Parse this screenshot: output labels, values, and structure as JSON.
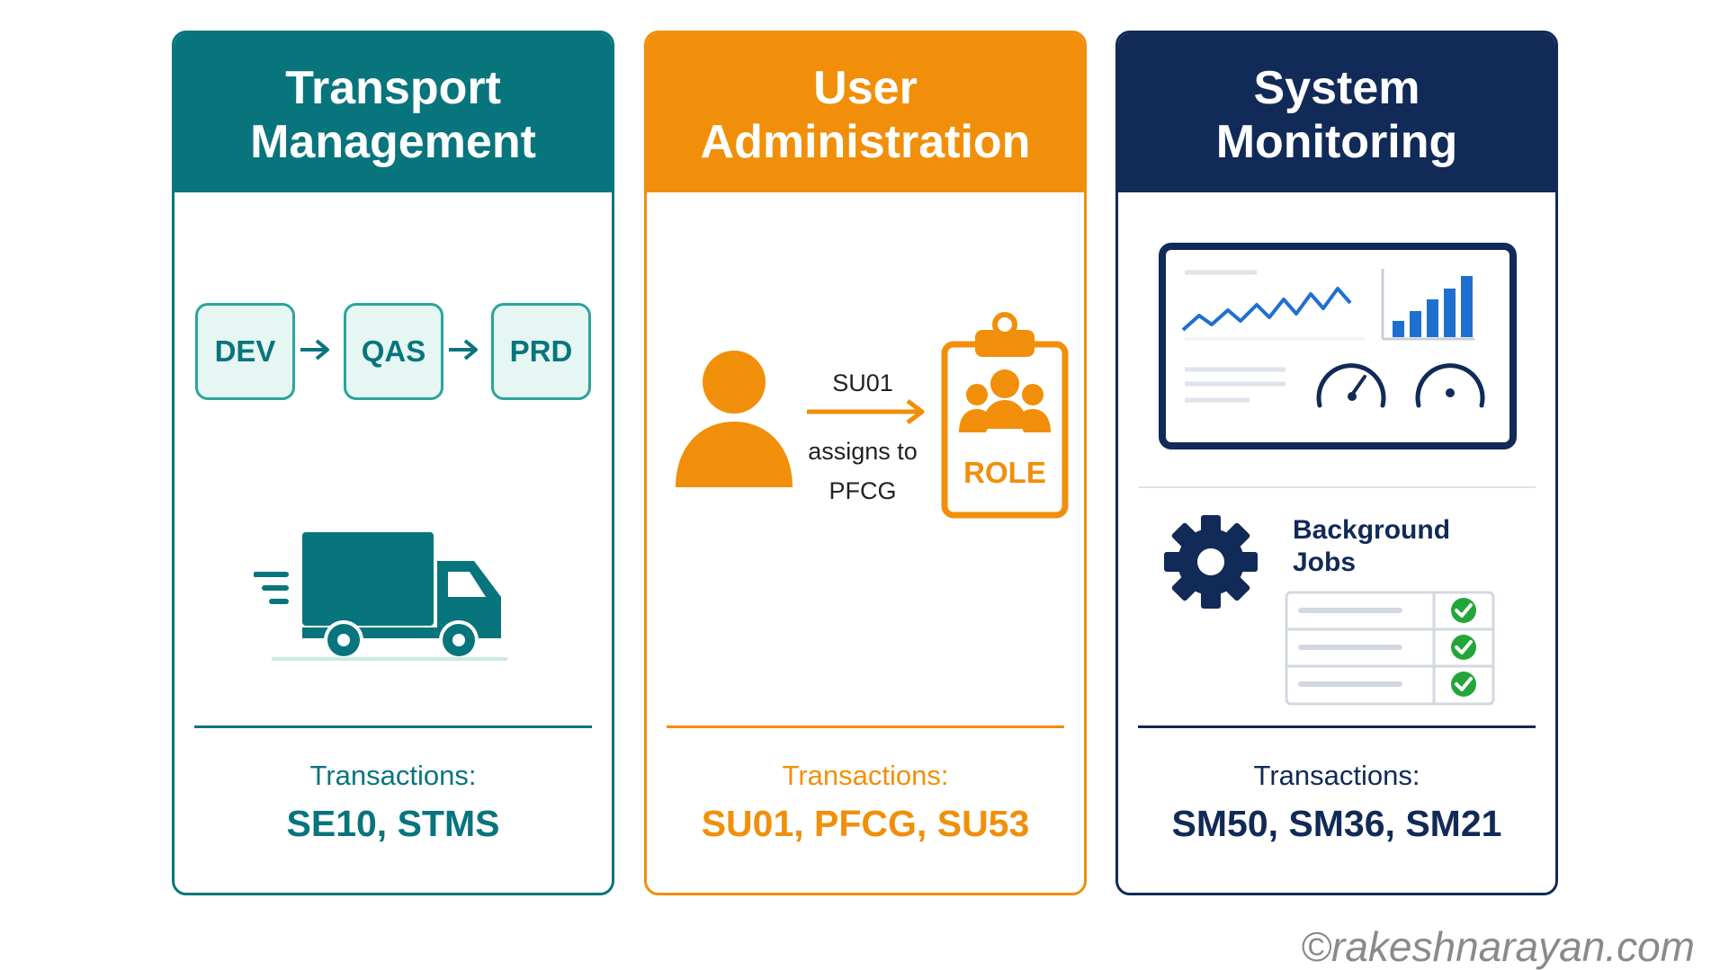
{
  "panels": [
    {
      "title_line1": "Transport",
      "title_line2": "Management",
      "stages": [
        "DEV",
        "QAS",
        "PRD"
      ],
      "transactions_label": "Transactions:",
      "transactions_codes": "SE10, STMS",
      "color": "#08757d"
    },
    {
      "title_line1": "User",
      "title_line2": "Administration",
      "su01": "SU01",
      "assigns_to": "assigns to",
      "pfcg": "PFCG",
      "role": "ROLE",
      "transactions_label": "Transactions:",
      "transactions_codes": "SU01, PFCG, SU53",
      "color": "#f18f0a"
    },
    {
      "title_line1": "System",
      "title_line2": "Monitoring",
      "background_jobs_line1": "Background",
      "background_jobs_line2": "Jobs",
      "job_rows_completed": 3,
      "transactions_label": "Transactions:",
      "transactions_codes": "SM50, SM36, SM21",
      "color": "#112a57"
    }
  ],
  "copyright": "©rakeshnarayan.com",
  "icons": [
    "arrow-right-icon",
    "truck-icon",
    "user-icon",
    "clipboard-icon",
    "group-icon",
    "monitor-icon",
    "line-chart-icon",
    "bar-chart-icon",
    "gauge-icon",
    "gear-icon",
    "check-circle-icon"
  ]
}
